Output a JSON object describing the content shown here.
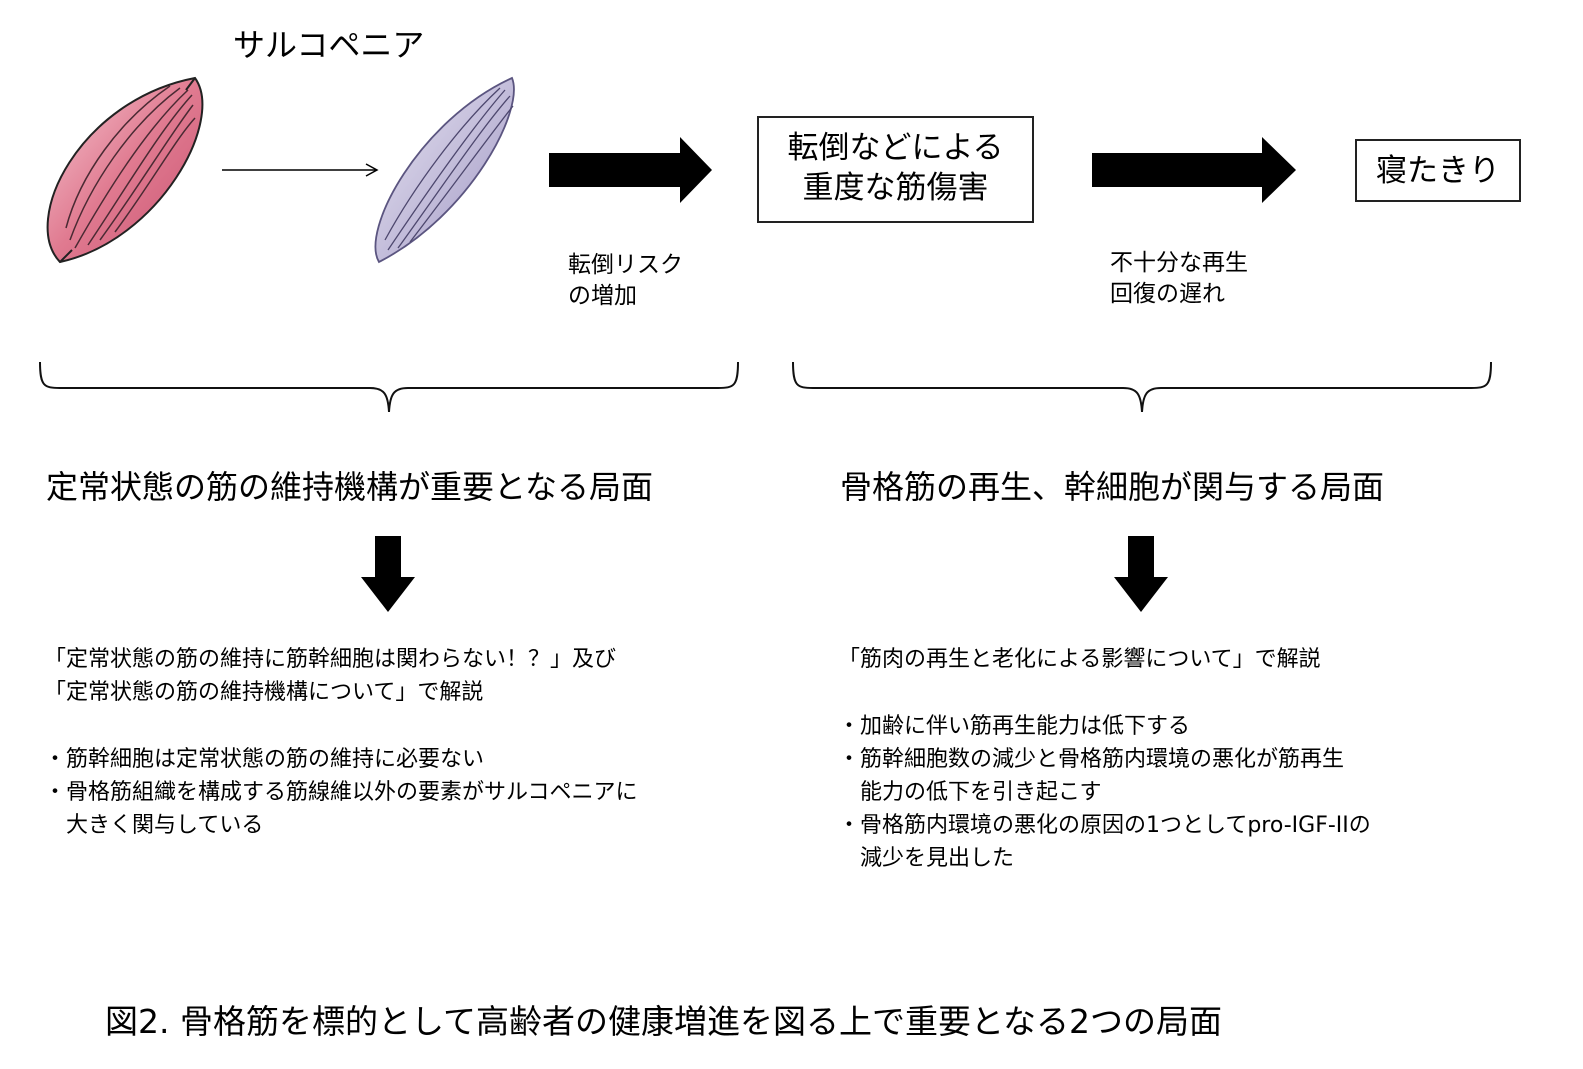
{
  "top": {
    "sarcopenia_label": "サルコペニア",
    "fall_box_line1": "転倒などによる",
    "fall_box_line2": "重度な筋傷害",
    "bedridden_label": "寝たきり",
    "risk_note_line1": "転倒リスク",
    "risk_note_line2": "の増加",
    "regen_note_line1": "不十分な再生",
    "regen_note_line2": "回復の遅れ"
  },
  "left_phase": {
    "heading": "定常状態の筋の維持機構が重要となる局面",
    "intro_line1": "「定常状態の筋の維持に筋幹細胞は関わらない！？」及び",
    "intro_line2": "「定常状態の筋の維持機構について」で解説",
    "bullets": [
      "・筋幹細胞は定常状態の筋の維持に必要ない",
      "・骨格筋組織を構成する筋線維以外の要素がサルコペニアに",
      "　大きく関与している"
    ]
  },
  "right_phase": {
    "heading": "骨格筋の再生、幹細胞が関与する局面",
    "intro_line1": "「筋肉の再生と老化による影響について」で解説",
    "bullets": [
      "・加齢に伴い筋再生能力は低下する",
      "・筋幹細胞数の減少と骨格筋内環境の悪化が筋再生",
      "　能力の低下を引き起こす",
      "・骨格筋内環境の悪化の原因の1つとしてpro-IGF-IIの",
      "　減少を見出した"
    ]
  },
  "caption": "図2.  骨格筋を標的として高齢者の健康増進を図る上で重要となる2つの局面",
  "colors": {
    "healthy_muscle": "#e07a90",
    "atrophied_muscle": "#b9b2d4",
    "arrow": "#000000"
  }
}
